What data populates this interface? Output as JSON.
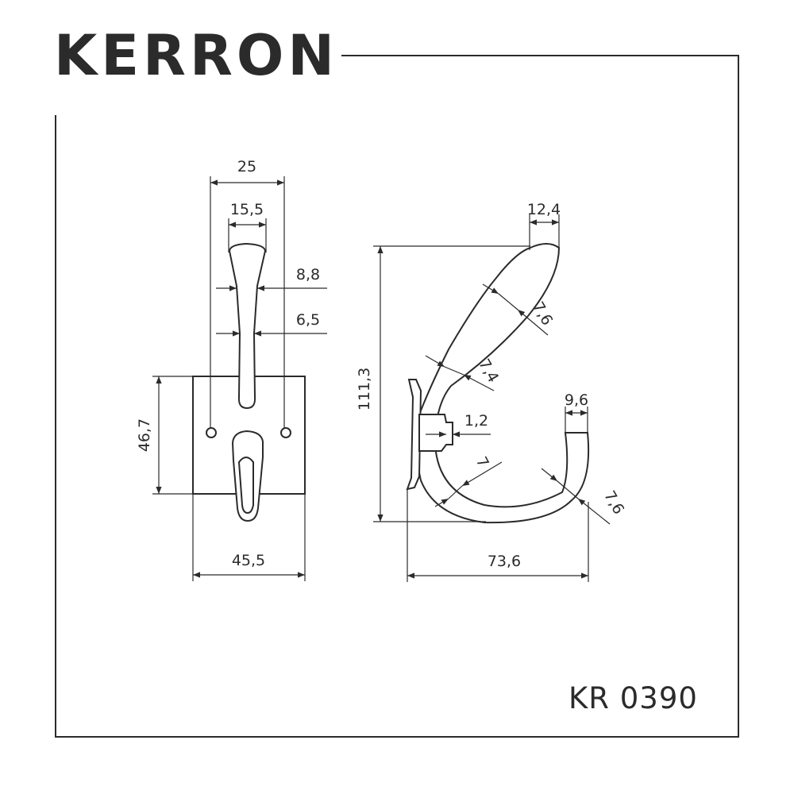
{
  "brand": "KERRON",
  "model": "KR 0390",
  "dimensions": {
    "front_total_width": "25",
    "front_hook_width": "15,5",
    "front_neck_upper": "8,8",
    "front_neck_lower": "6,5",
    "front_plate_height": "46,7",
    "front_plate_width": "45,5",
    "side_tip_width": "12,4",
    "side_total_height": "111,3",
    "side_upper_thickness_a": "7,6",
    "side_upper_thickness_b": "7,4",
    "side_plate_depth": "1,2",
    "side_lower_thickness": "7",
    "side_lower_tip_width": "9,6",
    "side_lower_curve_thickness": "7,6",
    "side_total_depth": "73,6"
  }
}
